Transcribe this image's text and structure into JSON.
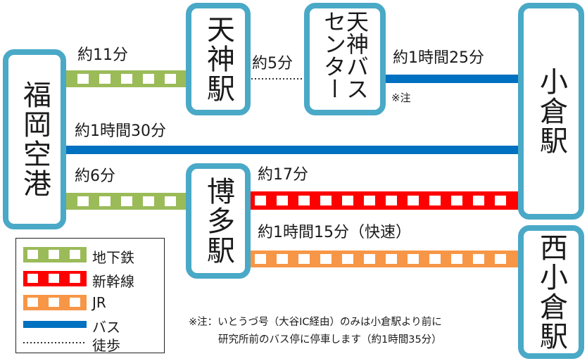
{
  "stations": {
    "fukuoka_airport": "福岡空港",
    "tenjin": "天神駅",
    "tenjin_bus_center": "天神バスセンター",
    "hakata": "博多駅",
    "kokura": "小倉駅",
    "nishi_kokura": "西小倉駅"
  },
  "routes": {
    "airport_tenjin": "約11分",
    "tenjin_buscenter": "約5分",
    "buscenter_kokura": "約1時間25分",
    "buscenter_note": "※注",
    "airport_kokura": "約1時間30分",
    "airport_hakata": "約6分",
    "hakata_kokura": "約17分",
    "hakata_nishikokura": "約1時間15分（快速）"
  },
  "legend": {
    "subway": "地下鉄",
    "shinkansen": "新幹線",
    "jr": "JR",
    "bus": "バス",
    "walk": "徒歩"
  },
  "colors": {
    "subway": "#9bbb59",
    "shinkansen": "#ff0000",
    "jr": "#f79646",
    "bus": "#0070c0",
    "walk": "#333333",
    "station_border": "#49a9c6"
  },
  "footnote": {
    "line1": "※注：いとうづ号（大谷IC経由）のみは小倉駅より前に",
    "line2": "研究所前のバス停に停車します（約1時間35分）"
  }
}
